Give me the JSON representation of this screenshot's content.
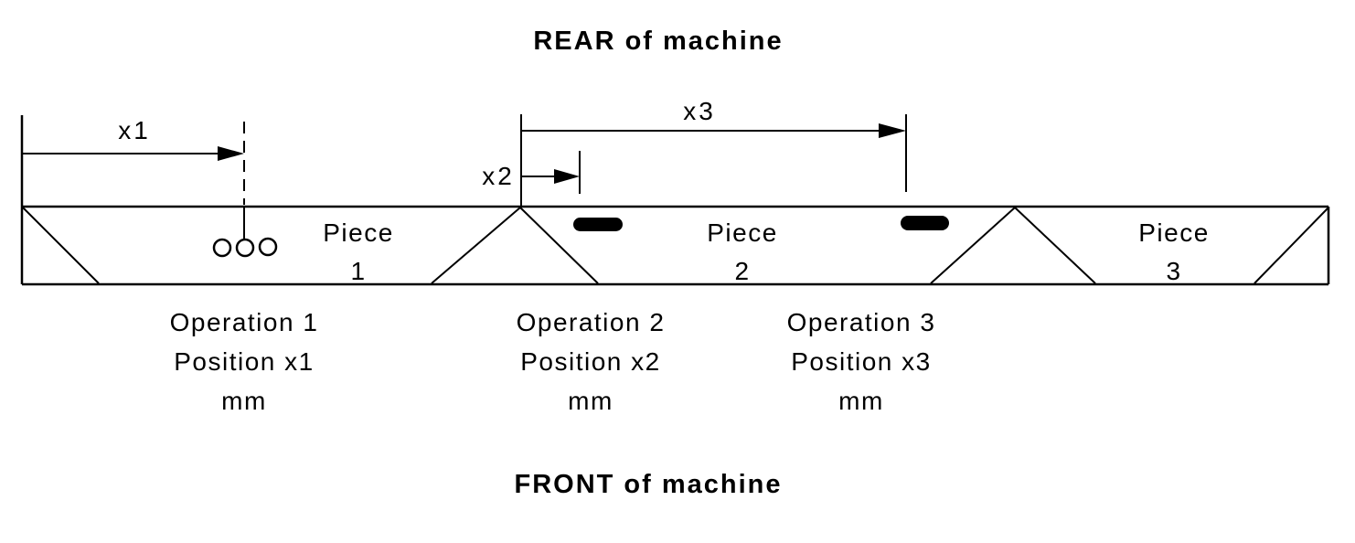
{
  "diagram": {
    "title_top": "REAR of machine",
    "title_bottom": "FRONT of machine",
    "dimensions": {
      "x1": {
        "label": "x1"
      },
      "x2": {
        "label": "x2"
      },
      "x3": {
        "label": "x3"
      }
    },
    "pieces": [
      {
        "name": "Piece",
        "number": "1"
      },
      {
        "name": "Piece",
        "number": "2"
      },
      {
        "name": "Piece",
        "number": "3"
      }
    ],
    "operations": [
      {
        "line1": "Operation 1",
        "line2": "Position x1",
        "line3": "mm"
      },
      {
        "line1": "Operation 2",
        "line2": "Position x2",
        "line3": "mm"
      },
      {
        "line1": "Operation 3",
        "line2": "Position x3",
        "line3": "mm"
      }
    ],
    "colors": {
      "line": "#000000",
      "background": "#ffffff"
    }
  }
}
